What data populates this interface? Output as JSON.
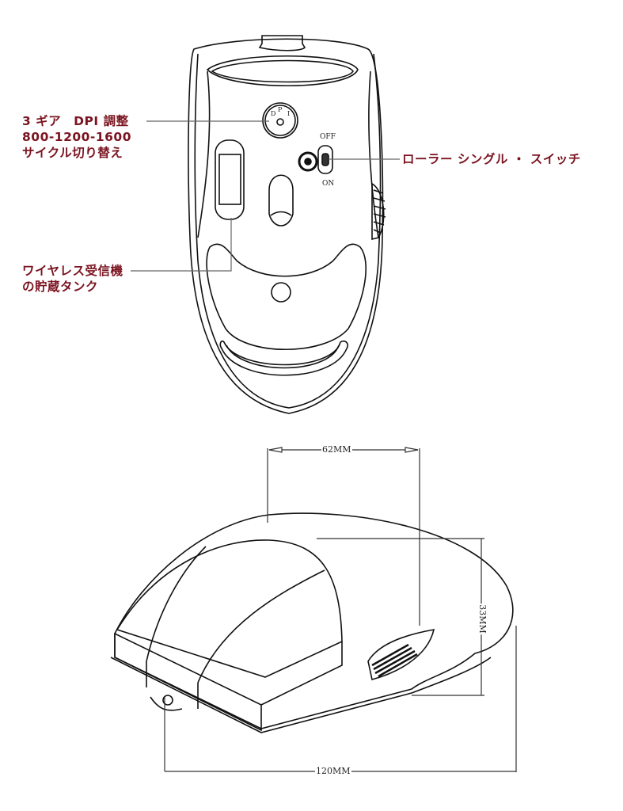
{
  "callouts": {
    "dpi": {
      "line1": "3 ギア　DPI 調整",
      "line2": "800-1200-1600",
      "line3": "サイクル切り替え"
    },
    "roller_switch": "ローラー シングル ・ スイッチ",
    "receiver_storage": {
      "line1": "ワイヤレス受信機",
      "line2": "の貯蔵タンク"
    }
  },
  "switch_labels": {
    "off": "OFF",
    "on": "ON"
  },
  "dpi_button_letters": [
    "D",
    "P",
    "I"
  ],
  "dimensions": {
    "width": "62MM",
    "height": "33MM",
    "length": "120MM"
  },
  "colors": {
    "callout_text": "#7a1420",
    "line": "#111111",
    "leader": "#666666"
  }
}
